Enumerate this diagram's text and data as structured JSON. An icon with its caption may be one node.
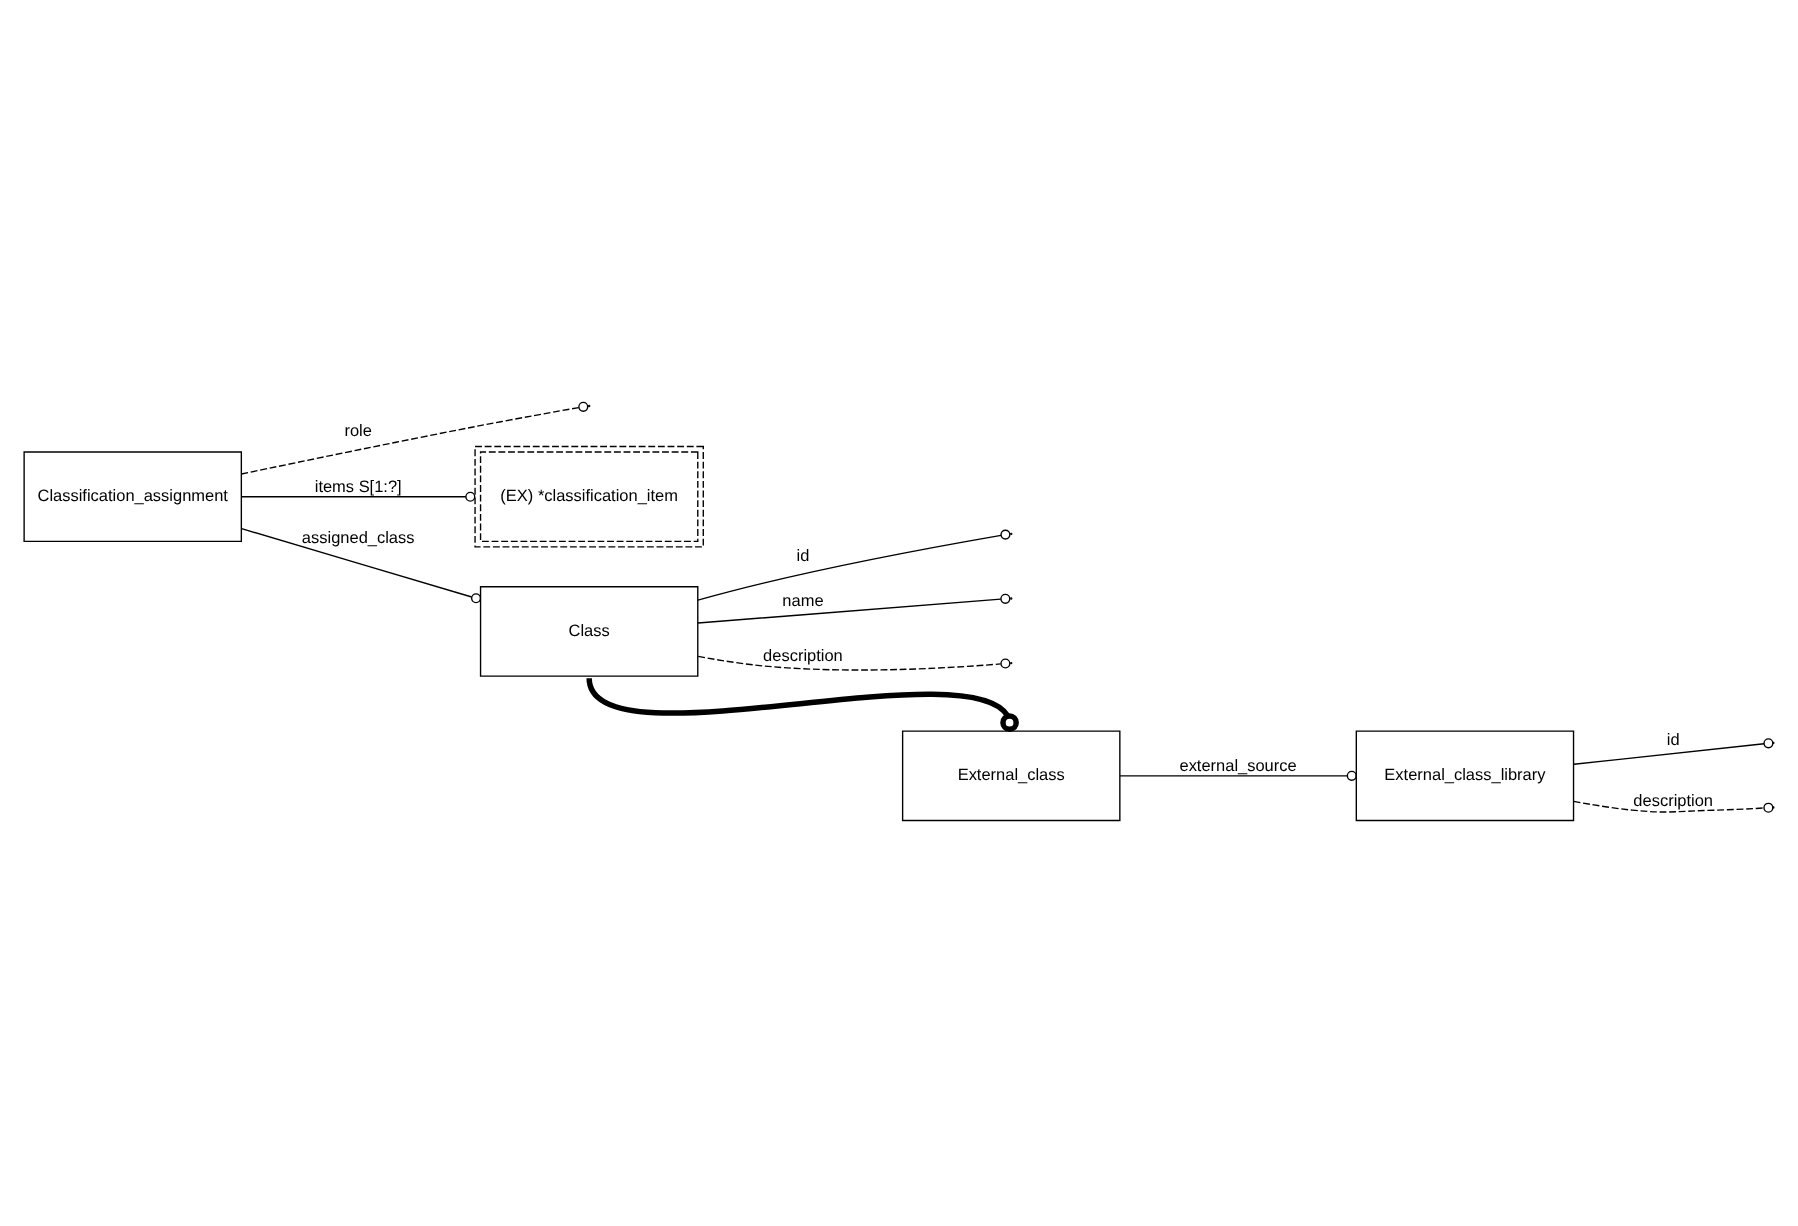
{
  "diagram": {
    "nodes": [
      {
        "text": [
          "Classification_assignment"
        ]
      },
      {
        "text": [
          "(EX) *classification_item"
        ]
      },
      {
        "text": [
          "Class"
        ]
      },
      {
        "text": [
          "External_class"
        ]
      },
      {
        "text": [
          "External_class_library"
        ]
      }
    ],
    "edges": [
      {
        "from": 0,
        "to": null,
        "label": "role",
        "arrow": "other",
        "style": "dashed"
      },
      {
        "from": 0,
        "to": 1,
        "label": "items S[1:?]",
        "arrow": "other"
      },
      {
        "from": 0,
        "to": 2,
        "label": "assigned_class",
        "arrow": "other"
      },
      {
        "from": 2,
        "to": null,
        "label": "id",
        "arrow": "other"
      },
      {
        "from": 2,
        "to": null,
        "label": "name",
        "arrow": "other"
      },
      {
        "from": 2,
        "to": null,
        "label": "description",
        "arrow": "other",
        "style": "dashed"
      },
      {
        "from": 2,
        "to": 3,
        "arrow": "other",
        "style": "thick"
      },
      {
        "from": 3,
        "to": 4,
        "label": "external_source",
        "arrow": "other"
      },
      {
        "from": 4,
        "to": null,
        "label": "id",
        "arrow": "other"
      },
      {
        "from": 4,
        "to": null,
        "label": "description",
        "arrow": "other",
        "style": "dashed"
      }
    ]
  }
}
